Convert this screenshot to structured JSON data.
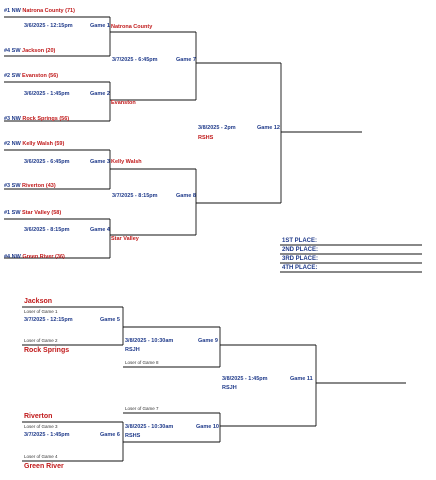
{
  "main": {
    "r1": [
      {
        "seed_top": "#1 NW",
        "team_top": "Natrona County (71)",
        "date": "3/6/2025 - 12:15pm",
        "game": "Game 1",
        "seed_bot": "#4 SW",
        "team_bot": "Jackson (20)",
        "winner": "Natrona County"
      },
      {
        "seed_top": "#2 SW",
        "team_top": "Evanston (56)",
        "date": "3/6/2025 - 1:45pm",
        "game": "Game 2",
        "seed_bot": "#3 NW",
        "team_bot": "Rock Springs (56)",
        "winner": "Evanston"
      },
      {
        "seed_top": "#2 NW",
        "team_top": "Kelly Walsh (59)",
        "date": "3/6/2025 - 6:45pm",
        "game": "Game 3",
        "seed_bot": "#3 SW",
        "team_bot": "Riverton (43)",
        "winner": "Kelly Walsh"
      },
      {
        "seed_top": "#1 SW",
        "team_top": "Star Valley (58)",
        "date": "3/6/2025 - 8:15pm",
        "game": "Game 4",
        "seed_bot": "#4 NW",
        "team_bot": "Green River (36)",
        "winner": "Star Valley"
      }
    ],
    "semis": [
      {
        "date": "3/7/2025 - 6:45pm",
        "game": "Game 7"
      },
      {
        "date": "3/7/2025 - 8:15pm",
        "game": "Game 8"
      }
    ],
    "final": {
      "date": "3/8/2025 - 2pm",
      "game": "Game 12",
      "venue": "RSHS"
    }
  },
  "places": [
    "1ST PLACE:",
    "2ND PLACE:",
    "3RD PLACE:",
    "4TH PLACE:"
  ],
  "consolation": {
    "g5": {
      "team_top": "Jackson",
      "note_top": "Loser of Game 1",
      "date": "3/7/2025 - 12:15pm",
      "game": "Game 5",
      "note_bot": "Loser of Game 2",
      "team_bot": "Rock Springs"
    },
    "g6": {
      "team_top": "Riverton",
      "note_top": "Loser of Game 3",
      "date": "3/7/2025 - 1:45pm",
      "game": "Game 6",
      "note_bot": "Loser of Game 4",
      "team_bot": "Green River"
    },
    "g9": {
      "date": "3/8/2025 - 10:30am",
      "game": "Game 9",
      "venue": "RSJH",
      "note": "Loser of Game 8"
    },
    "g10": {
      "note": "Loser of Game 7",
      "date": "3/8/2025 - 10:30am",
      "game": "Game 10",
      "venue": "RSHS"
    },
    "g11": {
      "date": "3/8/2025 - 1:45pm",
      "game": "Game 11",
      "venue": "RSJH"
    }
  }
}
